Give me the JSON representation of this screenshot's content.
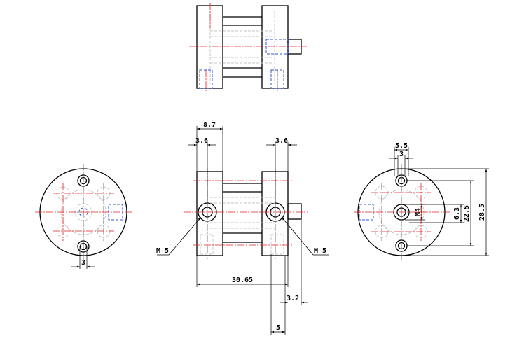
{
  "drawing": {
    "front_view": {
      "dim_overall_length": "30.65",
      "dim_left_flange_width": "8.7",
      "dim_left_hole_offset": "3.6",
      "dim_right_hole_offset": "3.6",
      "dim_pin_length": "3.2",
      "dim_pin_extent": "5",
      "thread_left": "M 5",
      "thread_right": "M 5"
    },
    "left_view": {
      "dim_hole_dia": "3"
    },
    "right_view": {
      "dim_top_width": "5.5",
      "dim_top_hole": "3",
      "dim_center_thread": "M4",
      "dim_inner_height": "6.3",
      "dim_mid_height": "22.5",
      "dim_outer_height": "28.5"
    }
  },
  "colors": {
    "object_line": "#000000",
    "center_line": "#e02020",
    "hidden_line_light": "#c4c4c4",
    "hidden_line_blue": "#2f55c8"
  }
}
